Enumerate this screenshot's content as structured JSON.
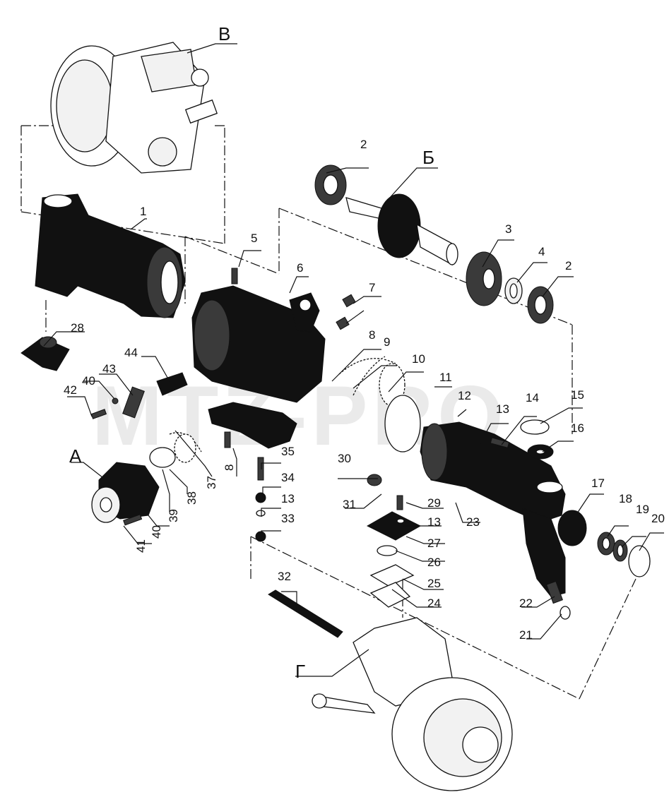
{
  "watermark": "MTZ-PRO",
  "callouts": {
    "n1": "1",
    "n2a": "2",
    "n2b": "2",
    "n3": "3",
    "n4": "4",
    "n5": "5",
    "n6": "6",
    "n7": "7",
    "n8a": "8",
    "n8b": "8",
    "n9": "9",
    "n10": "10",
    "n11": "11",
    "n12": "12",
    "n13a": "13",
    "n13b": "13",
    "n13c": "13",
    "n14": "14",
    "n15": "15",
    "n16": "16",
    "n17": "17",
    "n18": "18",
    "n19": "19",
    "n20": "20",
    "n21": "21",
    "n22": "22",
    "n23": "23",
    "n24": "24",
    "n25": "25",
    "n26": "26",
    "n27": "27",
    "n28": "28",
    "n29": "29",
    "n30": "30",
    "n31": "31",
    "n32": "32",
    "n33": "33",
    "n34": "34",
    "n35": "35",
    "n37": "37",
    "n38": "38",
    "n39": "39",
    "n40a": "40",
    "n40b": "40",
    "n41": "41",
    "n42": "42",
    "n43": "43",
    "n44": "44",
    "A": "А",
    "B": "Б",
    "V": "В",
    "G": "Г"
  }
}
